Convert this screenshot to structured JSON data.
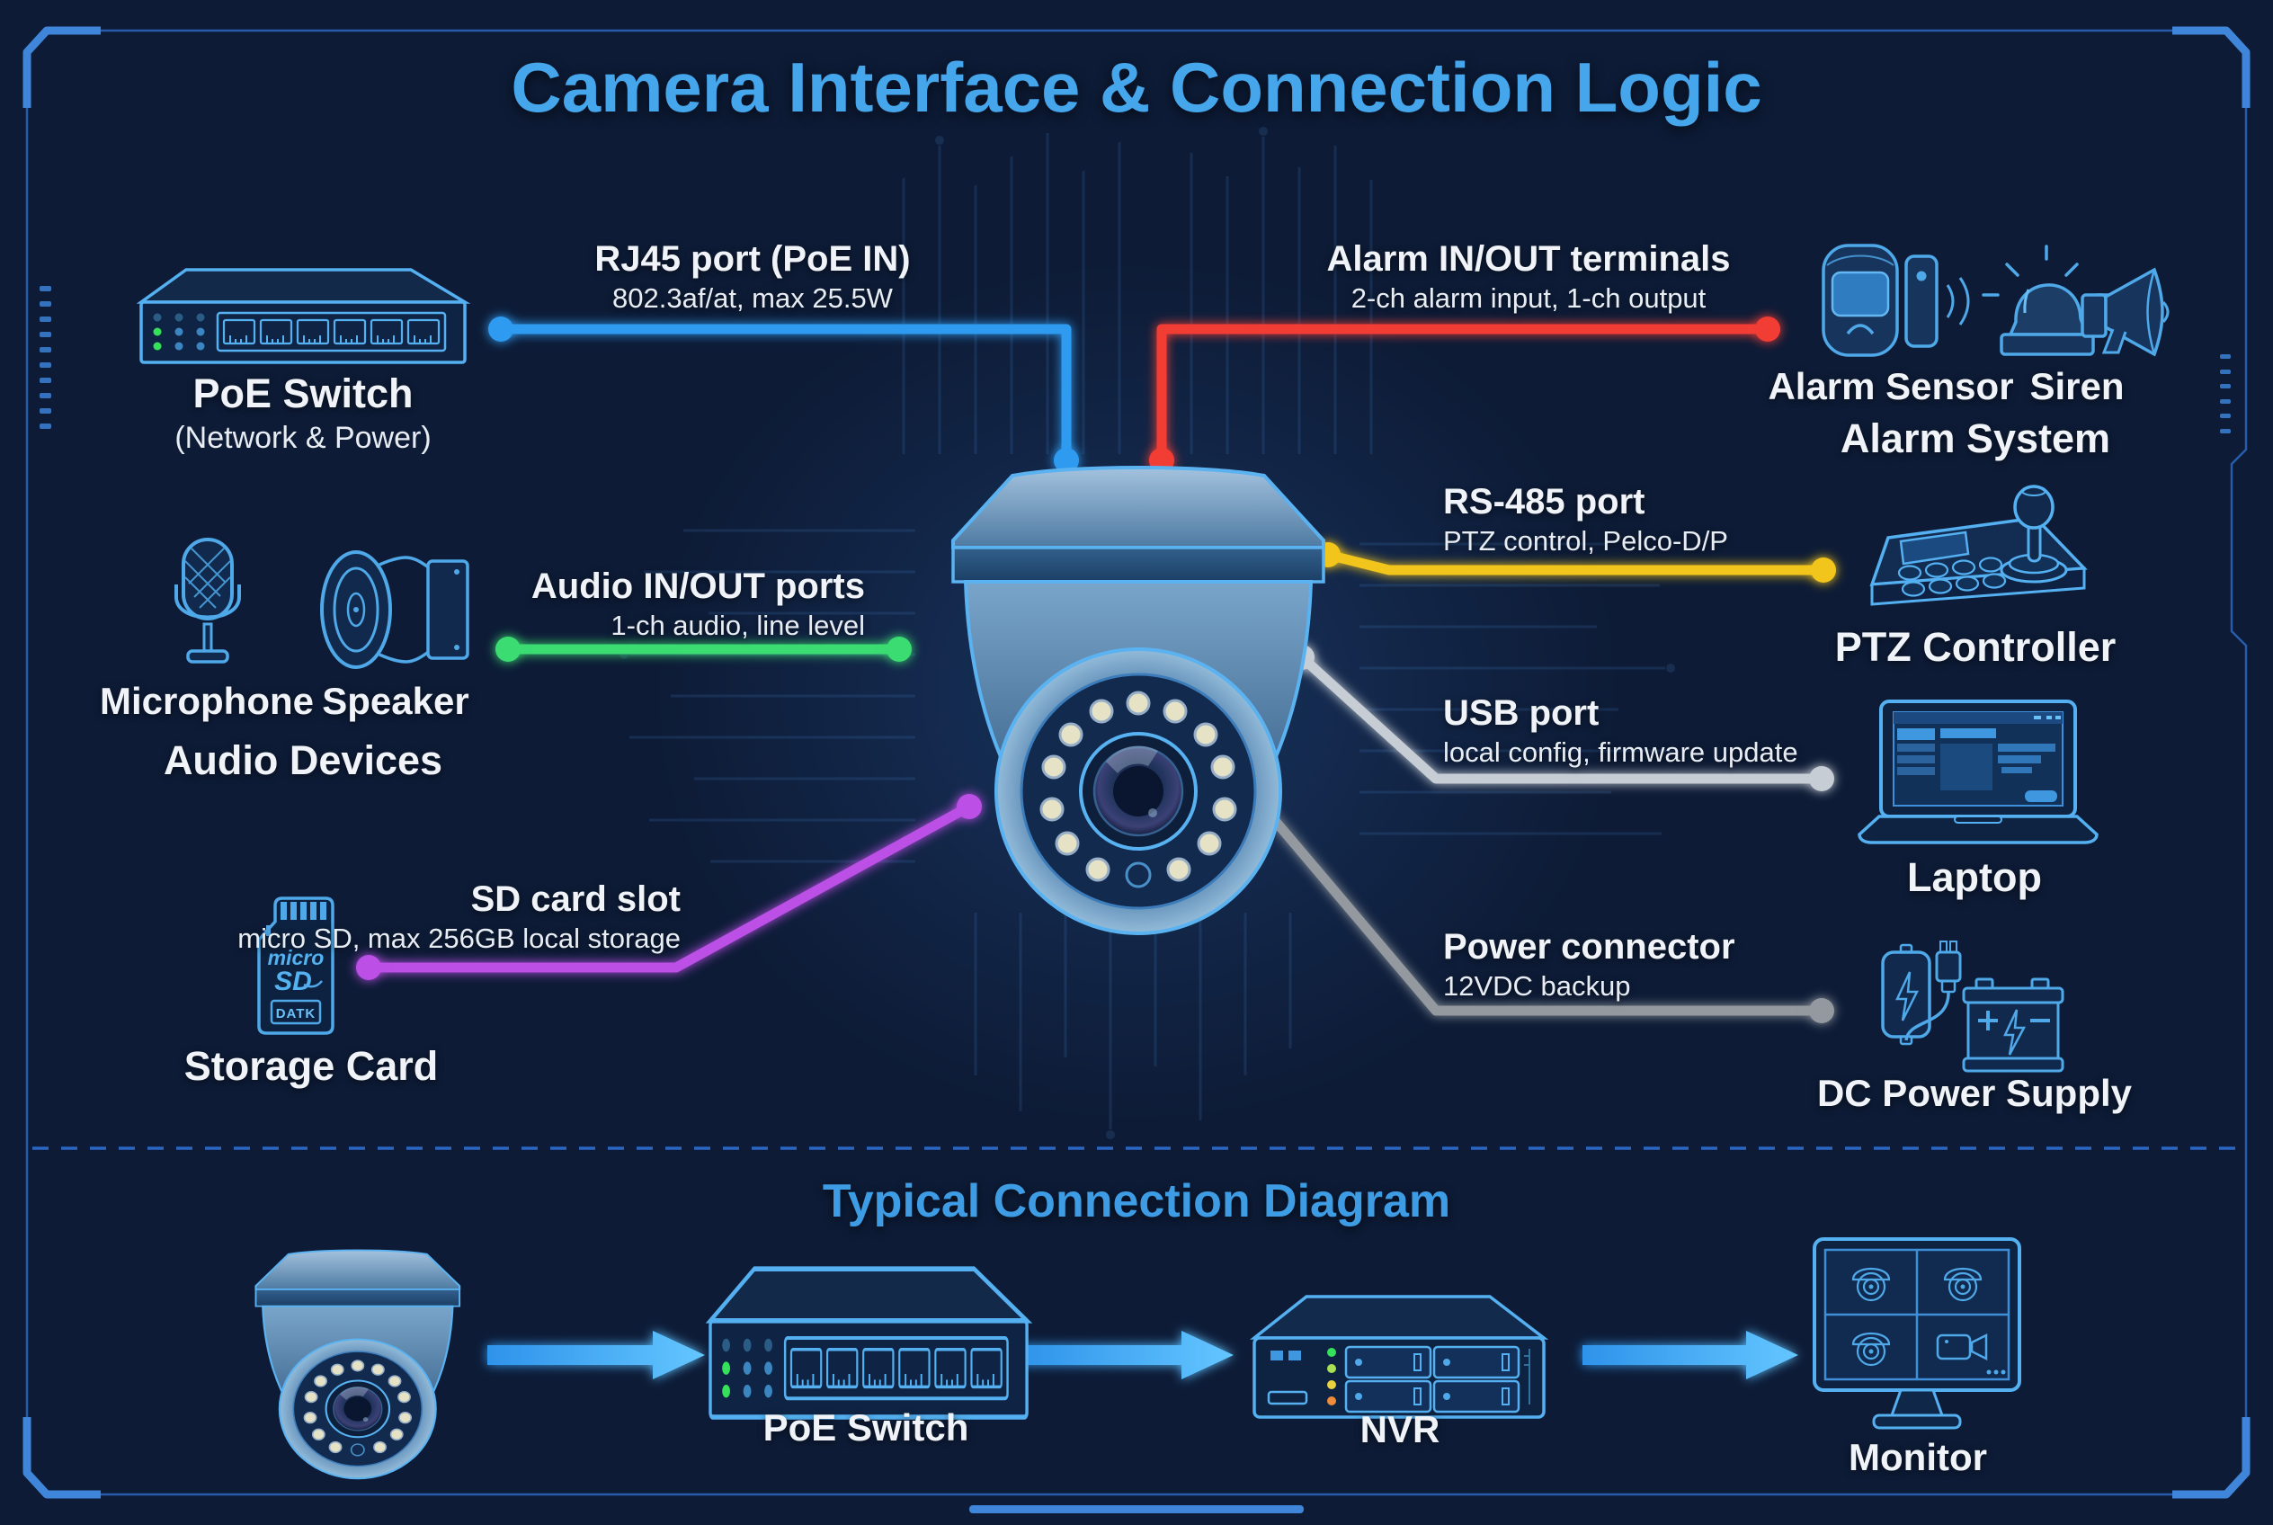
{
  "title": "Camera Interface & Connection Logic",
  "theme": {
    "background": "#0d1b36",
    "accent_blue": "#46a6ec",
    "label_white": "#f0f4f8",
    "line_blue": "#2f9bf0",
    "line_red": "#f23d35",
    "line_yellow": "#f2c51e",
    "line_green": "#3bdc72",
    "line_silver": "#c7cdd4",
    "line_purple": "#bb4fe6",
    "line_gray": "#93999f",
    "icon_stroke": "#4fa8e8"
  },
  "callouts": {
    "rj45": {
      "title": "RJ45 port (PoE IN)",
      "sub": "802.3af/at, max 25.5W"
    },
    "alarm": {
      "title": "Alarm IN/OUT terminals",
      "sub": "2-ch alarm input, 1-ch output"
    },
    "rs485": {
      "title": "RS-485 port",
      "sub": "PTZ control, Pelco-D/P"
    },
    "audio": {
      "title": "Audio IN/OUT ports",
      "sub": "1-ch audio, line level"
    },
    "usb": {
      "title": "USB port",
      "sub": "local config, firmware update"
    },
    "sd": {
      "title": "SD card slot",
      "sub": "micro SD, max 256GB local storage"
    },
    "power": {
      "title": "Power connector",
      "sub": "12VDC backup"
    }
  },
  "devices": {
    "poe_switch": "PoE Switch",
    "poe_switch_sub": "(Network & Power)",
    "alarm_sensor": "Alarm Sensor",
    "siren": "Siren",
    "alarm_system": "Alarm System",
    "ptz_controller": "PTZ Controller",
    "microphone": "Microphone",
    "speaker": "Speaker",
    "audio_devices": "Audio Devices",
    "laptop": "Laptop",
    "storage_card": "Storage Card",
    "dc_power_supply": "DC Power Supply"
  },
  "sd_card": {
    "logo_line1": "micro",
    "logo_line2": "SD",
    "badge": "DATK"
  },
  "connection_diagram": {
    "title": "Typical Connection Diagram",
    "nodes": {
      "switch": "PoE Switch",
      "nvr": "NVR",
      "monitor": "Monitor"
    }
  }
}
